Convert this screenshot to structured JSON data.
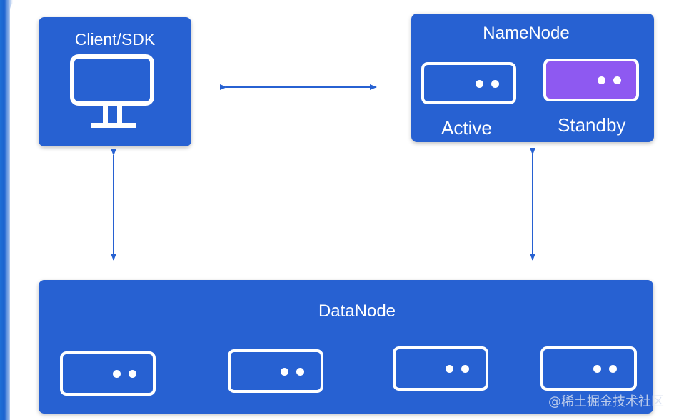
{
  "client": {
    "label": "Client/SDK"
  },
  "namenode": {
    "label": "NameNode",
    "active_label": "Active",
    "standby_label": "Standby"
  },
  "datanode": {
    "label": "DataNode"
  },
  "watermark": "@稀土掘金技术社区",
  "colors": {
    "box": "#2761d2",
    "standby": "#8e59f1",
    "arrow": "#2761d2"
  }
}
